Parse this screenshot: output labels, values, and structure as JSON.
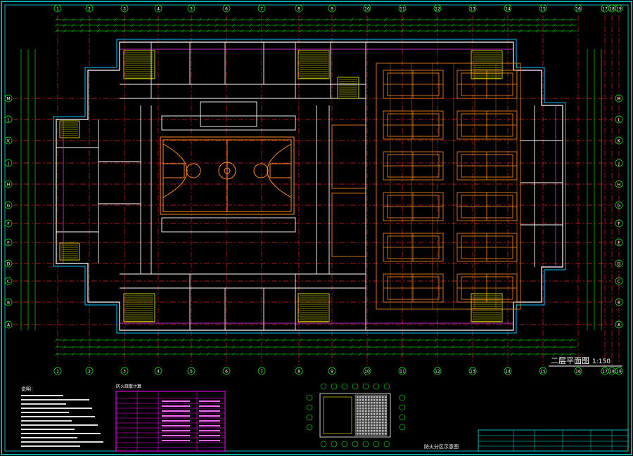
{
  "drawing": {
    "title": "二层平面图",
    "scale": "1:150",
    "subtitle_fire": "防火分区示意图",
    "grid_cols": [
      "1",
      "2",
      "3",
      "4",
      "5",
      "6",
      "7",
      "8",
      "9",
      "10",
      "11",
      "12",
      "13",
      "14",
      "15",
      "16",
      "17",
      "18",
      "19"
    ],
    "grid_rows": [
      "A",
      "B",
      "C",
      "D",
      "E",
      "F",
      "G",
      "H",
      "J",
      "K",
      "L",
      "M"
    ],
    "notes_title": "说明：",
    "table_title": "防火疏散计算",
    "colors": {
      "background": "#000000",
      "frame": "#00ffff",
      "wall": "#ffffff",
      "axis": "#ff0000",
      "dimension": "#00ff00",
      "court": "#ff8000",
      "stair": "#ffff00",
      "table": "#ff00ff",
      "titleblock": "#00ffff"
    }
  }
}
